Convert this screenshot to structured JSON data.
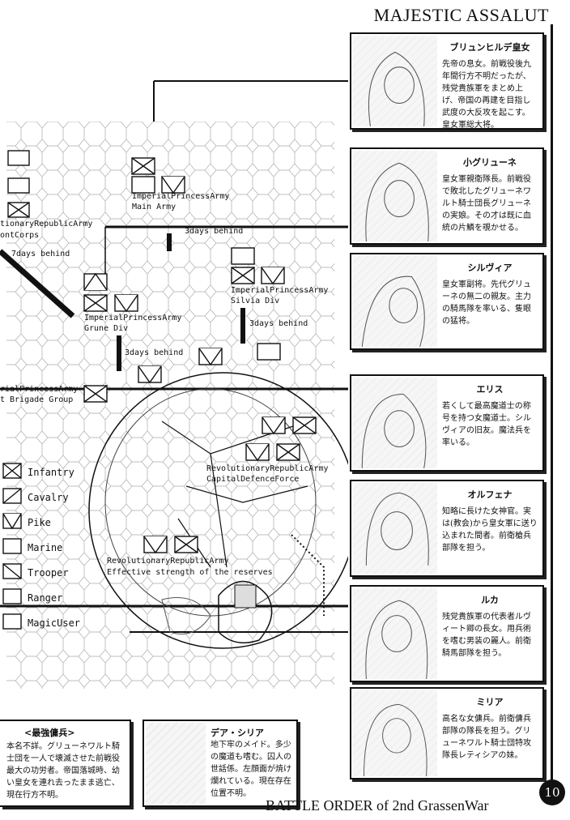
{
  "header": {
    "title": "MAJESTIC ASSALUT"
  },
  "footer": {
    "text": "BATTLE ORDER of 2nd GrassenWar",
    "page_number": "10"
  },
  "map": {
    "units": {
      "princess_main": "ImperialPrincessArmy",
      "princess_main_sub": "Main Army",
      "republic_front": "tionaryRepublicArmy",
      "republic_front_sub": "ontCorps",
      "princess_silvia": "ImperialPrincessArmy",
      "princess_silvia_sub": "Silvia Div",
      "princess_grune": "ImperialPrincessArmy",
      "princess_grune_sub": "Grune Div",
      "princess_brigade": "rialPrincessArmy",
      "princess_brigade_sub": "t Brigade Group",
      "republic_capital": "RevolutionaryRepublicArmy",
      "republic_capital_sub": "CapitalDefenceForce",
      "republic_reserve": "RevolutionaryRepublicArmy",
      "republic_reserve_sub": "Effective strength of the reserves"
    },
    "timing": {
      "t1": "7days behind",
      "t2": "3days behind",
      "t3": "3days behind",
      "t4": "3days behind"
    },
    "legend": [
      "Infantry",
      "Cavalry",
      "Pike",
      "Marine",
      "Trooper",
      "Ranger",
      "MagicUser"
    ]
  },
  "characters": [
    {
      "name": "ブリュンヒルデ皇女",
      "desc": "先帝の息女。前戦役後九年間行方不明だったが、残党貴族軍をまとめ上げ、帝国の再建を目指し武度の大反攻を起こす。皇女軍総大将。"
    },
    {
      "name": "小グリューネ",
      "desc": "皇女軍親衛隊長。前戦役で敗北したグリューネワルト騎士団長グリューネの実娘。その才は既に血統の片鱗を覗かせる。"
    },
    {
      "name": "シルヴィア",
      "desc": "皇女軍副将。先代グリューネの無二の親友。主力の騎馬隊を率いる、隻眼の猛将。"
    },
    {
      "name": "エリス",
      "desc": "若くして最高魔道士の称号を持つ女魔道士。シルヴィアの旧友。魔法兵を率いる。"
    },
    {
      "name": "オルフェナ",
      "desc": "知略に長けた女神官。実は(教会)から皇女軍に送り込まれた間者。前衛槍兵部隊を担う。"
    },
    {
      "name": "ルカ",
      "desc": "残党貴族軍の代表者ルヴィート卿の長女。用兵術を嗜む男装の麗人。前衛騎馬部隊を担う。"
    },
    {
      "name": "ミリア",
      "desc": "高名な女傭兵。前衛傭兵部隊の隊長を担う。グリューネワルト騎士団特攻隊長レティシアの妹。"
    }
  ],
  "notes": [
    {
      "head": "<最強傭兵>",
      "body": "本名不詳。グリューネワルト騎士団を一人で壊滅させた前戦役最大の功労者。帝国落城時、幼い皇女を連れ去ったまま逃亡、現在行方不明。"
    },
    {
      "head": "デア・シリア",
      "body": "地下牢のメイド。多少の魔道も嗜む。囚人の世話係。左顔面が焼け爛れている。現在存在位置不明。"
    }
  ]
}
